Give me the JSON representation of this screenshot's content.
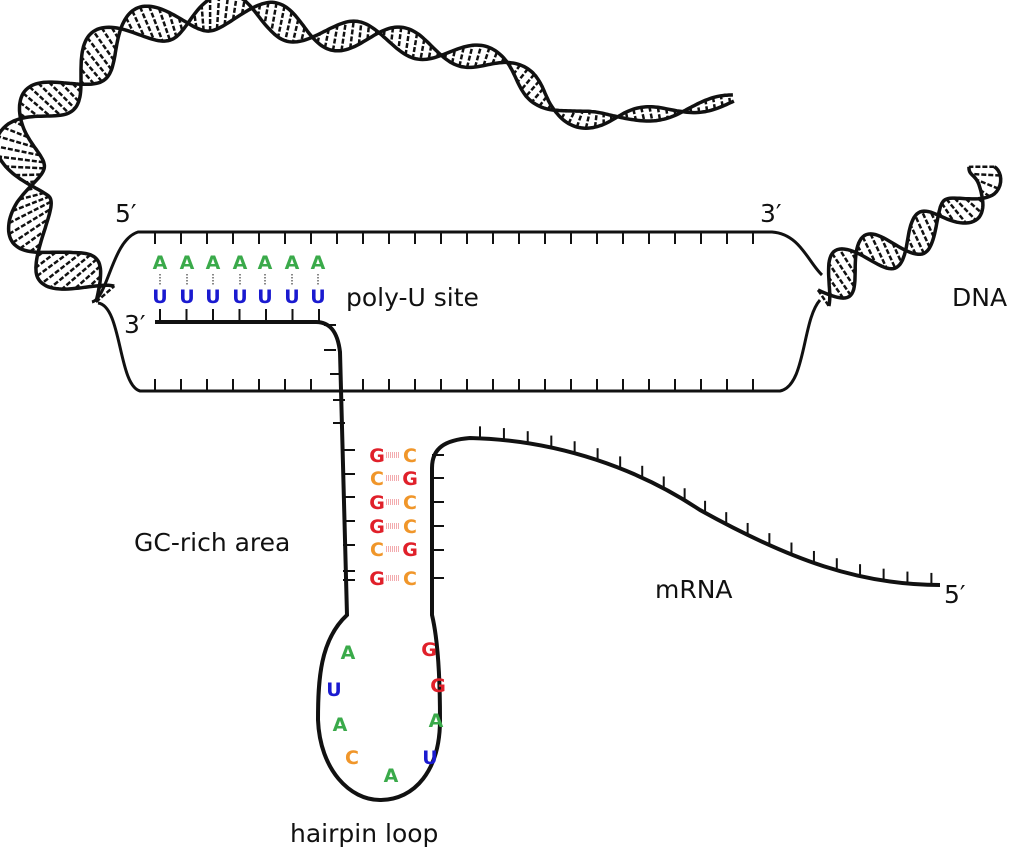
{
  "labels": {
    "dna_top_5": "5′",
    "dna_top_3": "3′",
    "rna_3": "3′",
    "poly_u": "poly-U site",
    "dna": "DNA",
    "gc_rich": "GC-rich area",
    "mrna": "mRNA",
    "mrna_5": "5′",
    "hairpin": "hairpin loop"
  },
  "poly_u_site": {
    "template": [
      "A",
      "A",
      "A",
      "A",
      "A",
      "A",
      "A"
    ],
    "rna": [
      "U",
      "U",
      "U",
      "U",
      "U",
      "U",
      "U"
    ]
  },
  "gc_stem": {
    "left": [
      "G",
      "C",
      "G",
      "G",
      "C",
      "G"
    ],
    "right": [
      "C",
      "G",
      "C",
      "C",
      "G",
      "C"
    ]
  },
  "loop": {
    "left": [
      "A",
      "U",
      "A",
      "C",
      "A"
    ],
    "right": [
      "G",
      "G",
      "A",
      "U"
    ]
  },
  "colors": {
    "A": "#3aaa4a",
    "U": "#1a1ad0",
    "G": "#e0202a",
    "C": "#f0962a",
    "line": "#111111"
  }
}
